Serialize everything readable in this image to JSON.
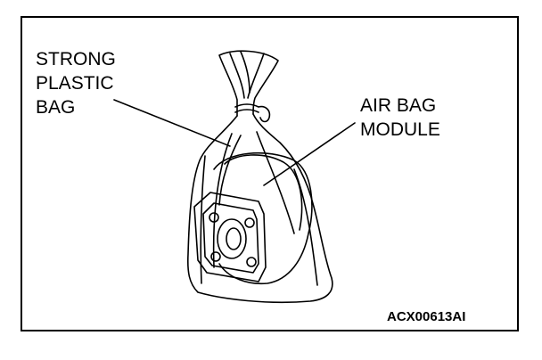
{
  "labels": {
    "strong_plastic_bag": [
      "STRONG",
      "PLASTIC",
      "BAG"
    ],
    "air_bag_module": [
      "AIR BAG",
      "MODULE"
    ]
  },
  "figure_code": "ACX00613AI",
  "colors": {
    "ink": "#000000",
    "paper": "#ffffff"
  }
}
